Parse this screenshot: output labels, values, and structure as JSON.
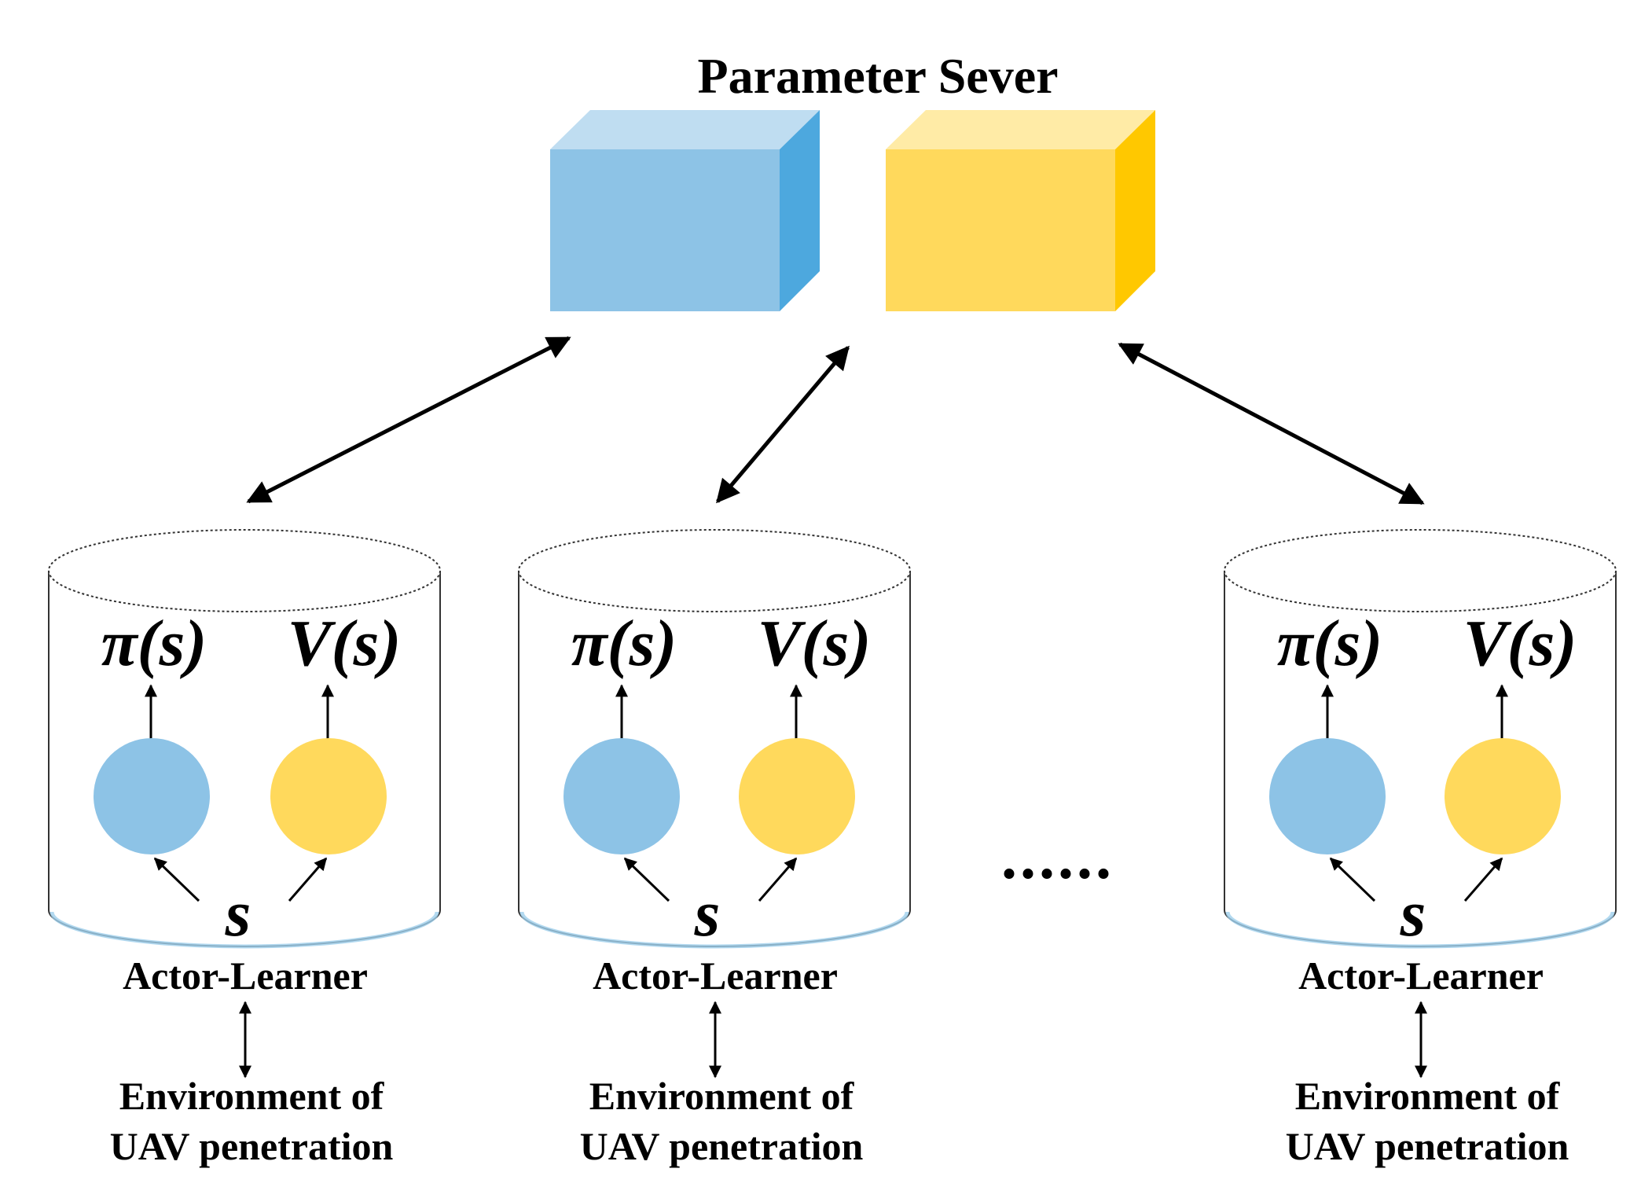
{
  "title": "Parameter Sever",
  "colors": {
    "blue_front": "#8DC3E6",
    "blue_top": "#BFDDF1",
    "blue_side": "#4DA8DE",
    "yellow_front": "#FFD95C",
    "yellow_top": "#FFEBA6",
    "yellow_side": "#FFC800",
    "line": "#000000"
  },
  "learners": [
    {
      "policy_label": "π(s)",
      "value_label": "V(s)",
      "state_label": "s",
      "name": "Actor-Learner",
      "env_line1": "Environment of",
      "env_line2": "UAV penetration"
    },
    {
      "policy_label": "π(s)",
      "value_label": "V(s)",
      "state_label": "s",
      "name": "Actor-Learner",
      "env_line1": "Environment of",
      "env_line2": "UAV penetration"
    },
    {
      "policy_label": "π(s)",
      "value_label": "V(s)",
      "state_label": "s",
      "name": "Actor-Learner",
      "env_line1": "Environment of",
      "env_line2": "UAV penetration"
    }
  ],
  "ellipsis": "......"
}
